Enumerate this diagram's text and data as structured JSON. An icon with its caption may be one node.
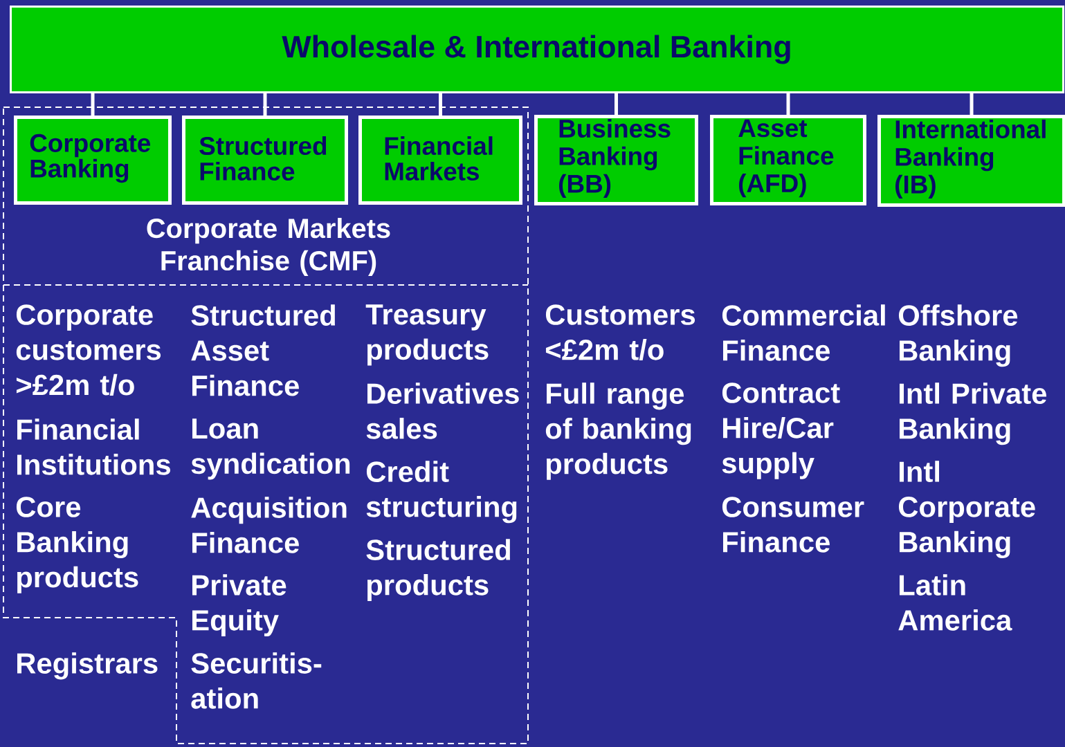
{
  "diagram": {
    "nodes": [
      {
        "text": [
          "Wholesale & International Banking"
        ]
      },
      {
        "text": [
          "Corporate Markets Franchise (CMF)"
        ]
      },
      {
        "text": [
          "Corporate Banking"
        ],
        "in": 1
      },
      {
        "text": [
          "Structured Finance"
        ],
        "in": 1
      },
      {
        "text": [
          "Financial Markets"
        ],
        "in": 1
      },
      {
        "text": [
          "Business Banking (BB)"
        ]
      },
      {
        "text": [
          "Asset Finance (AFD)"
        ]
      },
      {
        "text": [
          "International Banking (IB)"
        ]
      }
    ],
    "edges": [
      {
        "from": 0,
        "to": 2,
        "arrow": "none"
      },
      {
        "from": 0,
        "to": 3,
        "arrow": "none"
      },
      {
        "from": 0,
        "to": 4,
        "arrow": "none"
      },
      {
        "from": 0,
        "to": 5,
        "arrow": "none"
      },
      {
        "from": 0,
        "to": 6,
        "arrow": "none"
      },
      {
        "from": 0,
        "to": 7,
        "arrow": "none"
      }
    ],
    "labels": [
      "Corporate customers >£2m t/o",
      "Financial Institutions",
      "Core Banking products",
      "Registrars",
      "Structured Asset Finance",
      "Loan syndication",
      "Acquisition Finance",
      "Private Equity",
      "Securitis-ation",
      "Treasury products",
      "Derivatives sales",
      "Credit structuring",
      "Structured products",
      "Customers <£2m t/o",
      "Full range of banking products",
      "Commercial Finance",
      "Contract Hire/Car supply",
      "Consumer Finance",
      "Offshore Banking",
      "Intl Private Banking",
      "Intl Corporate Banking",
      "Latin America"
    ]
  }
}
